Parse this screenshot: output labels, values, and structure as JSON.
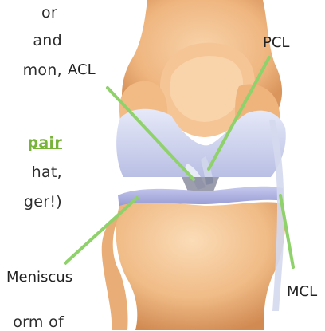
{
  "text_fragments": {
    "line1": "or",
    "line2": "and",
    "line3": "mon,",
    "line4_link": "pair",
    "line5": "hat,",
    "line6": "ger!)",
    "line7": "orm of"
  },
  "diagram": {
    "labels": {
      "acl": "ACL",
      "pcl": "PCL",
      "meniscus": "Meniscus",
      "mcl": "MCL"
    },
    "colors": {
      "leader_line": "#8fd16a",
      "bone": "#f3c08f",
      "bone_shadow": "#d9955c",
      "cartilage": "#c7ccec",
      "meniscus": "#9fa4d8",
      "link": "#79b43a"
    }
  }
}
